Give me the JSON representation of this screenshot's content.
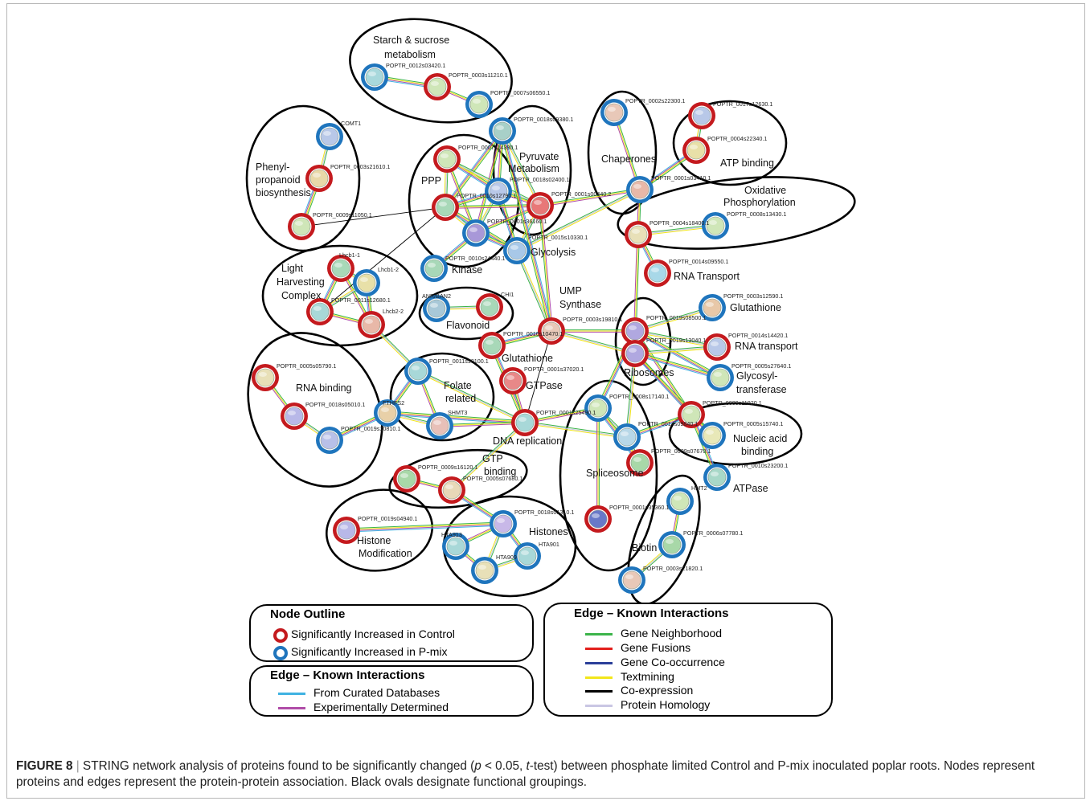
{
  "groups": [
    {
      "id": "starch",
      "label": [
        "Starch & sucrose",
        "metabolism"
      ]
    },
    {
      "id": "phenyl",
      "label": [
        "Phenyl-",
        "propanoid",
        "biosynthesis"
      ]
    },
    {
      "id": "ppp",
      "label": [
        "PPP"
      ]
    },
    {
      "id": "pyruvate",
      "label": [
        "Pyruvate",
        "Metabolism"
      ]
    },
    {
      "id": "chaperones",
      "label": [
        "Chaperones"
      ]
    },
    {
      "id": "atp",
      "label": [
        "ATP binding"
      ]
    },
    {
      "id": "oxphos",
      "label": [
        "Oxidative",
        "Phosphorylation"
      ]
    },
    {
      "id": "glycolysis",
      "label": [
        "Glycolysis"
      ]
    },
    {
      "id": "kinase",
      "label": [
        "Kinase"
      ]
    },
    {
      "id": "lhc",
      "label": [
        "Light",
        "Harvesting",
        "Complex"
      ]
    },
    {
      "id": "flavonoid",
      "label": [
        "Flavonoid"
      ]
    },
    {
      "id": "ump",
      "label": [
        "UMP",
        "Synthase"
      ]
    },
    {
      "id": "rnatransport_top",
      "label": [
        "RNA Transport"
      ]
    },
    {
      "id": "glutathione_r",
      "label": [
        "Glutathione"
      ]
    },
    {
      "id": "rnatransport_r",
      "label": [
        "RNA transport"
      ]
    },
    {
      "id": "ribosomes",
      "label": [
        "Ribosomes"
      ]
    },
    {
      "id": "glycosyl",
      "label": [
        "Glycosyl-",
        "transferase"
      ]
    },
    {
      "id": "glutathione_c",
      "label": [
        "Glutathione"
      ]
    },
    {
      "id": "gtpase",
      "label": [
        "GTPase"
      ]
    },
    {
      "id": "rnabinding",
      "label": [
        "RNA binding"
      ]
    },
    {
      "id": "folate",
      "label": [
        "Folate",
        "related"
      ]
    },
    {
      "id": "nucleic",
      "label": [
        "Nucleic acid",
        "binding"
      ]
    },
    {
      "id": "dnarep",
      "label": [
        "DNA replication"
      ]
    },
    {
      "id": "spliceosome",
      "label": [
        "Spliceosome"
      ]
    },
    {
      "id": "gtpbinding",
      "label": [
        "GTP",
        "binding"
      ]
    },
    {
      "id": "atpase",
      "label": [
        "ATPase"
      ]
    },
    {
      "id": "histones",
      "label": [
        "Histones"
      ]
    },
    {
      "id": "histmod",
      "label": [
        "Histone",
        "Modification"
      ]
    },
    {
      "id": "biotin",
      "label": [
        "Biotin"
      ]
    }
  ],
  "nodes": [
    {
      "id": "n1",
      "label": "POPTR_0012s03420.1",
      "outline": "blue",
      "fill": "#a8d8dc"
    },
    {
      "id": "n2",
      "label": "POPTR_0003s11210.1",
      "outline": "red",
      "fill": "#cfe6b8"
    },
    {
      "id": "n3",
      "label": "POPTR_0007s06550.1",
      "outline": "blue",
      "fill": "#cfe6b8"
    },
    {
      "id": "n4",
      "label": "COMT1",
      "outline": "blue",
      "fill": "#b8c8e8"
    },
    {
      "id": "n5",
      "label": "POPTR_0003s21610.1",
      "outline": "red",
      "fill": "#e8d8a8"
    },
    {
      "id": "n6",
      "label": "POPTR_0009s11050.1",
      "outline": "red",
      "fill": "#cfe6b8"
    },
    {
      "id": "n7",
      "label": "POPTR_0018s09380.1",
      "outline": "blue",
      "fill": "#a8d0c8"
    },
    {
      "id": "n8",
      "label": "POPTR_0007s14380.1",
      "outline": "red",
      "fill": "#cfe6b8"
    },
    {
      "id": "n9",
      "label": "POPTR_0018s02400.1",
      "outline": "blue",
      "fill": "#b8c8e8"
    },
    {
      "id": "n10",
      "label": "POPTR_0010s12790.1",
      "outline": "red",
      "fill": "#a8d8b8"
    },
    {
      "id": "n11",
      "label": "POPTR_0001s00440.2",
      "outline": "red",
      "fill": "#e87878"
    },
    {
      "id": "n12",
      "label": "POPTR_0001s36160.1",
      "outline": "blue",
      "fill": "#a898d8"
    },
    {
      "id": "n13",
      "label": "POPTR_0015s10330.1",
      "outline": "blue",
      "fill": "#a8c8e8"
    },
    {
      "id": "n14",
      "label": "POPTR_0010s24440.1",
      "outline": "blue",
      "fill": "#a8d8b8"
    },
    {
      "id": "n15",
      "label": "POPTR_0002s22300.1",
      "outline": "blue",
      "fill": "#e8c8b8"
    },
    {
      "id": "n16",
      "label": "POPTR_0017s12630.1",
      "outline": "red",
      "fill": "#b8c8e8"
    },
    {
      "id": "n17",
      "label": "POPTR_0004s22340.1",
      "outline": "red",
      "fill": "#e8e0a8"
    },
    {
      "id": "n18",
      "label": "POPTR_0001s03410.1",
      "outline": "blue",
      "fill": "#e8b8a8"
    },
    {
      "id": "n19",
      "label": "POPTR_0004s18400.1",
      "outline": "red",
      "fill": "#e8e0b8"
    },
    {
      "id": "n20",
      "label": "POPTR_0008s13430.1",
      "outline": "blue",
      "fill": "#cfe6b8"
    },
    {
      "id": "n21",
      "label": "POPTR_0014s09550.1",
      "outline": "red",
      "fill": "#a8d8e8"
    },
    {
      "id": "n22",
      "label": "Lhcb1-1",
      "outline": "red",
      "fill": "#a8d8b8"
    },
    {
      "id": "n23",
      "label": "Lhcb1-2",
      "outline": "blue",
      "fill": "#e8e0a8"
    },
    {
      "id": "n24",
      "label": "POPTR_0011s12680.1",
      "outline": "red",
      "fill": "#a8d8d8"
    },
    {
      "id": "n25",
      "label": "Lhcb2-2",
      "outline": "red",
      "fill": "#e8b8a8"
    },
    {
      "id": "n26",
      "label": "ANR/BAN2",
      "outline": "blue",
      "fill": "#a8c8d8"
    },
    {
      "id": "n27",
      "label": "CHI1",
      "outline": "red",
      "fill": "#a8d8b8"
    },
    {
      "id": "n28",
      "label": "POPTR_0003s19810.1",
      "outline": "red",
      "fill": "#e8c8b8"
    },
    {
      "id": "n29",
      "label": "POPTR_0010s10470.1",
      "outline": "red",
      "fill": "#a8d8b8"
    },
    {
      "id": "n30",
      "label": "POPTR_0003s12590.1",
      "outline": "blue",
      "fill": "#e8c8a8"
    },
    {
      "id": "n31",
      "label": "POPTR_0019s08500.1",
      "outline": "red",
      "fill": "#b0a8e0"
    },
    {
      "id": "n32",
      "label": "POPTR_0014s14420.1",
      "outline": "red",
      "fill": "#b8c8e8"
    },
    {
      "id": "n33",
      "label": "POPTR_0019s13040.1",
      "outline": "red",
      "fill": "#b0a8e0"
    },
    {
      "id": "n34",
      "label": "POPTR_0005s27640.1",
      "outline": "blue",
      "fill": "#cfe6b8"
    },
    {
      "id": "n35",
      "label": "POPTR_0005s05790.1",
      "outline": "red",
      "fill": "#e8e0b8"
    },
    {
      "id": "n36",
      "label": "POPTR_0018s05010.1",
      "outline": "red",
      "fill": "#b8b8e8"
    },
    {
      "id": "n37",
      "label": "POPTR_0019s10810.1",
      "outline": "blue",
      "fill": "#b8c0e8"
    },
    {
      "id": "n38",
      "label": "POPTR_0011s10100.1",
      "outline": "blue",
      "fill": "#a8d8d8"
    },
    {
      "id": "n39",
      "label": "FTHFS2",
      "outline": "blue",
      "fill": "#e8d0a8"
    },
    {
      "id": "n40",
      "label": "SHMT3",
      "outline": "blue",
      "fill": "#e8c0b8"
    },
    {
      "id": "n41",
      "label": "POPTR_0001s37020.1",
      "outline": "red",
      "fill": "#e88888"
    },
    {
      "id": "n42",
      "label": "POPTR_0001s25490.1",
      "outline": "red",
      "fill": "#a8d8d8"
    },
    {
      "id": "n43",
      "label": "POPTR_0008s17140.1",
      "outline": "blue",
      "fill": "#cfe6b8"
    },
    {
      "id": "n44",
      "label": "POPTR_0014s09840.1",
      "outline": "blue",
      "fill": "#b8d8e8"
    },
    {
      "id": "n45",
      "label": "POPTR_0009s11920.1",
      "outline": "red",
      "fill": "#cfe6b8"
    },
    {
      "id": "n46",
      "label": "POPTR_0005s15740.1",
      "outline": "blue",
      "fill": "#e8e8b8"
    },
    {
      "id": "n47",
      "label": "POPTR_0009s07670.1",
      "outline": "red",
      "fill": "#a8d8a8"
    },
    {
      "id": "n48",
      "label": "POPTR_0010s23200.1",
      "outline": "blue",
      "fill": "#a8d8c8"
    },
    {
      "id": "n49",
      "label": "POPTR_0009s16120.1",
      "outline": "red",
      "fill": "#a8d8a8"
    },
    {
      "id": "n50",
      "label": "POPTR_0005s07680.1",
      "outline": "red",
      "fill": "#e8d8b8"
    },
    {
      "id": "n51",
      "label": "POPTR_0001s35360.1",
      "outline": "red",
      "fill": "#6878c8"
    },
    {
      "id": "n52",
      "label": "HMT2",
      "outline": "blue",
      "fill": "#cfe6b8"
    },
    {
      "id": "n53",
      "label": "POPTR_0006s07780.1",
      "outline": "blue",
      "fill": "#a8d8a8"
    },
    {
      "id": "n54",
      "label": "POPTR_0003s21820.1",
      "outline": "blue",
      "fill": "#e8c8b8"
    },
    {
      "id": "n55",
      "label": "POPTR_0019s04940.1",
      "outline": "red",
      "fill": "#b8b8e8"
    },
    {
      "id": "n56",
      "label": "POPTR_0018s01310.1",
      "outline": "blue",
      "fill": "#c8b8e8"
    },
    {
      "id": "n57",
      "label": "HTA913",
      "outline": "blue",
      "fill": "#a8d8d8"
    },
    {
      "id": "n58",
      "label": "HTA909",
      "outline": "blue",
      "fill": "#e8e0b8"
    },
    {
      "id": "n59",
      "label": "HTA901",
      "outline": "blue",
      "fill": "#a8d8d8"
    }
  ],
  "edges": [
    [
      "n1",
      "n2"
    ],
    [
      "n2",
      "n3"
    ],
    [
      "n4",
      "n5"
    ],
    [
      "n5",
      "n6"
    ],
    [
      "n7",
      "n9"
    ],
    [
      "n7",
      "n11"
    ],
    [
      "n7",
      "n10"
    ],
    [
      "n7",
      "n12"
    ],
    [
      "n8",
      "n10"
    ],
    [
      "n8",
      "n9"
    ],
    [
      "n8",
      "n12"
    ],
    [
      "n8",
      "n11"
    ],
    [
      "n9",
      "n10"
    ],
    [
      "n9",
      "n11"
    ],
    [
      "n9",
      "n12"
    ],
    [
      "n9",
      "n13"
    ],
    [
      "n10",
      "n11"
    ],
    [
      "n10",
      "n12"
    ],
    [
      "n10",
      "n13"
    ],
    [
      "n11",
      "n12"
    ],
    [
      "n11",
      "n13"
    ],
    [
      "n12",
      "n13"
    ],
    [
      "n11",
      "n18"
    ],
    [
      "n13",
      "n18"
    ],
    [
      "n12",
      "n14"
    ],
    [
      "n15",
      "n18"
    ],
    [
      "n16",
      "n17"
    ],
    [
      "n17",
      "n18"
    ],
    [
      "n18",
      "n19"
    ],
    [
      "n19",
      "n20"
    ],
    [
      "n19",
      "n21"
    ],
    [
      "n19",
      "n31"
    ],
    [
      "n22",
      "n23"
    ],
    [
      "n22",
      "n24"
    ],
    [
      "n22",
      "n25"
    ],
    [
      "n23",
      "n24"
    ],
    [
      "n23",
      "n25"
    ],
    [
      "n24",
      "n25"
    ],
    [
      "n26",
      "n27"
    ],
    [
      "n28",
      "n29"
    ],
    [
      "n28",
      "n31"
    ],
    [
      "n28",
      "n33"
    ],
    [
      "n28",
      "n42"
    ],
    [
      "n28",
      "n11"
    ],
    [
      "n28",
      "n13"
    ],
    [
      "n28",
      "n7"
    ],
    [
      "n31",
      "n33"
    ],
    [
      "n31",
      "n32"
    ],
    [
      "n31",
      "n34"
    ],
    [
      "n31",
      "n45"
    ],
    [
      "n33",
      "n32"
    ],
    [
      "n33",
      "n34"
    ],
    [
      "n33",
      "n45"
    ],
    [
      "n31",
      "n30"
    ],
    [
      "n33",
      "n46"
    ],
    [
      "n35",
      "n36"
    ],
    [
      "n36",
      "n37"
    ],
    [
      "n38",
      "n39"
    ],
    [
      "n38",
      "n40"
    ],
    [
      "n39",
      "n40"
    ],
    [
      "n39",
      "n42"
    ],
    [
      "n40",
      "n42"
    ],
    [
      "n38",
      "n42"
    ],
    [
      "n37",
      "n39"
    ],
    [
      "n42",
      "n43"
    ],
    [
      "n42",
      "n44"
    ],
    [
      "n42",
      "n29"
    ],
    [
      "n42",
      "n41"
    ],
    [
      "n43",
      "n44"
    ],
    [
      "n43",
      "n47"
    ],
    [
      "n43",
      "n51"
    ],
    [
      "n44",
      "n47"
    ],
    [
      "n44",
      "n45"
    ],
    [
      "n45",
      "n46"
    ],
    [
      "n44",
      "n33"
    ],
    [
      "n43",
      "n31"
    ],
    [
      "n49",
      "n50"
    ],
    [
      "n50",
      "n42"
    ],
    [
      "n50",
      "n56"
    ],
    [
      "n52",
      "n53"
    ],
    [
      "n53",
      "n54"
    ],
    [
      "n55",
      "n56"
    ],
    [
      "n56",
      "n57"
    ],
    [
      "n56",
      "n58"
    ],
    [
      "n56",
      "n59"
    ],
    [
      "n57",
      "n58"
    ],
    [
      "n58",
      "n59"
    ],
    [
      "n6",
      "n10"
    ],
    [
      "n24",
      "n10"
    ],
    [
      "n25",
      "n38"
    ],
    [
      "n48",
      "n45"
    ]
  ],
  "legend": {
    "node_outline": {
      "title": "Node Outline",
      "items": [
        {
          "label": "Significantly Increased in Control",
          "color": "#c41a1e"
        },
        {
          "label": "Significantly Increased in P-mix",
          "color": "#1f75bd"
        }
      ]
    },
    "edge_known": {
      "title": "Edge – Known Interactions",
      "items": [
        {
          "label": "From Curated Databases",
          "color": "#3fb2e2"
        },
        {
          "label": "Experimentally Determined",
          "color": "#b04da8"
        }
      ]
    },
    "edge_predicted": {
      "title": "Edge – Known Interactions",
      "items": [
        {
          "label": "Gene Neighborhood",
          "color": "#3cb44a"
        },
        {
          "label": "Gene Fusions",
          "color": "#e3201c"
        },
        {
          "label": "Gene Co-occurrence",
          "color": "#2b3f99"
        },
        {
          "label": "Textmining",
          "color": "#f2e61a"
        },
        {
          "label": "Co-expression",
          "color": "#000000"
        },
        {
          "label": "Protein Homology",
          "color": "#c9c6e3"
        }
      ]
    }
  },
  "caption": {
    "figure_label": "FIGURE 8",
    "divider": "|",
    "text_1": "STRING network analysis of proteins found to be significantly changed (",
    "p": "p",
    "text_2": " < 0.05, ",
    "t": "t",
    "text_3": "-test) between phosphate limited Control and P-mix inoculated poplar roots. Nodes represent proteins and edges represent the protein-protein association. Black ovals designate functional groupings."
  },
  "colors": {
    "control_ring": "#c41a1e",
    "pmix_ring": "#1f75bd",
    "oval": "#000000"
  }
}
